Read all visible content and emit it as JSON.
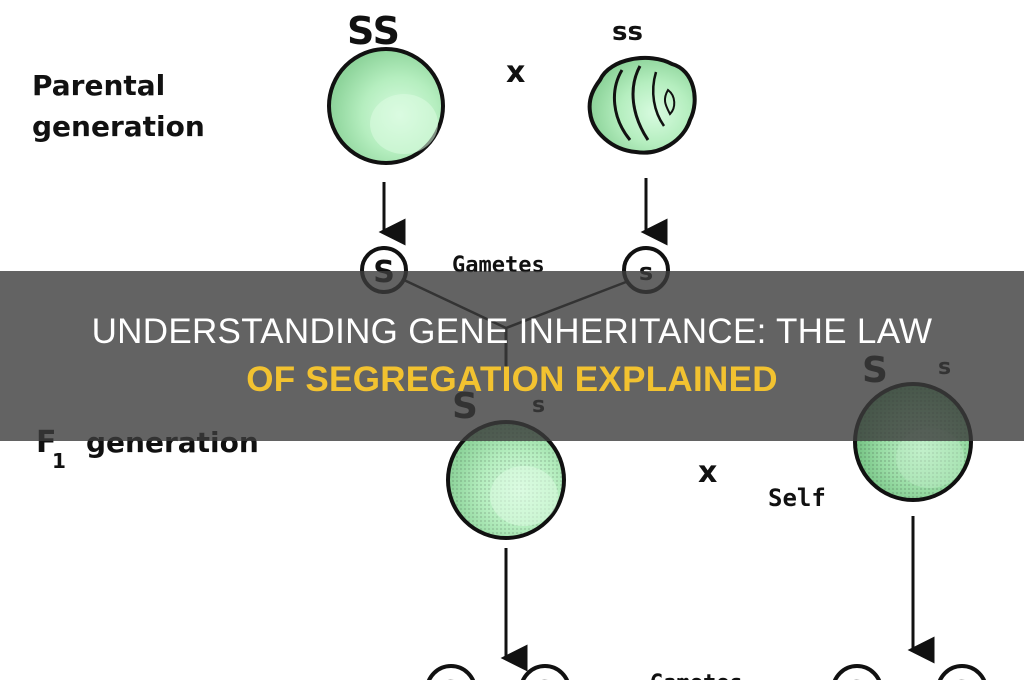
{
  "diagram": {
    "labels": {
      "parental_line1": "Parental",
      "parental_line2": "generation",
      "f1_prefix": "F",
      "f1_subscript": "1",
      "f1_suffix": "generation",
      "gametes_top": "Gametes",
      "gametes_bottom": "Gametes",
      "cross_top": "x",
      "cross_f1": "x",
      "self": "Self"
    },
    "genotypes": {
      "parent_dominant": "SS",
      "parent_recessive": "ss",
      "gamete_dominant": "S",
      "gamete_recessive": "s",
      "f1_left_dominant": "S",
      "f1_left_recessive": "s",
      "f1_right_dominant": "S",
      "f1_right_recessive": "s",
      "f2_gamete_1": "S",
      "f2_gamete_2": "S",
      "f2_gamete_3": "S",
      "f2_gamete_4": "S"
    },
    "colors": {
      "smooth_pea": "#b8f0c0",
      "f1_pea": "#a9e6b3",
      "dark_pea": "#8fd29a",
      "outline": "#111111"
    }
  },
  "banner": {
    "line1": "Understanding Gene Inheritance: The Law",
    "line2": "Of Segregation Explained",
    "title_color": "#ffffff",
    "accent_color": "#f2c230"
  }
}
